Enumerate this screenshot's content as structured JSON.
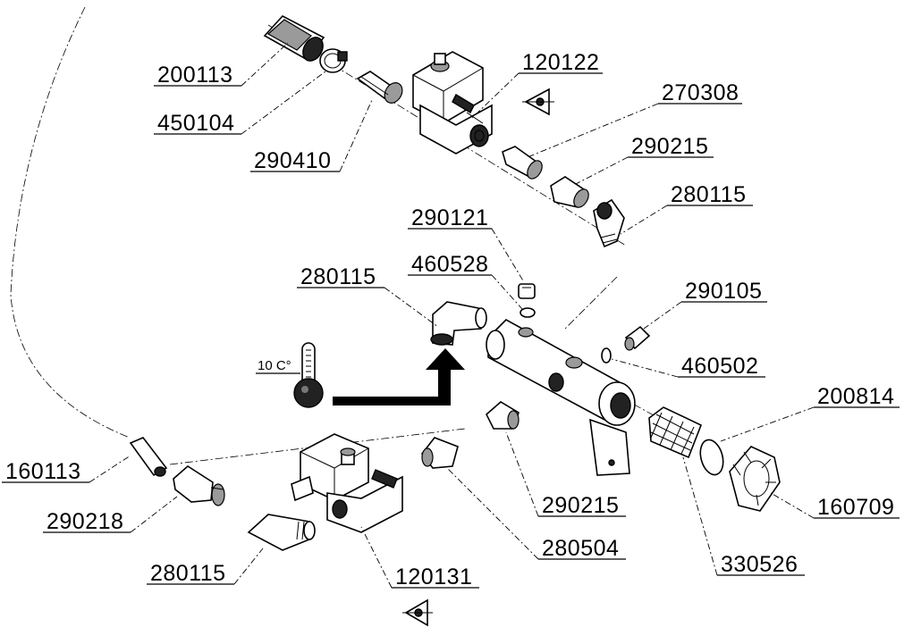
{
  "diagram": {
    "part_labels": {
      "p200113": "200113",
      "p450104": "450104",
      "p290410": "290410",
      "p120122": "120122",
      "p270308": "270308",
      "p290215_top": "290215",
      "p280115_top": "280115",
      "p290121": "290121",
      "p460528": "460528",
      "p280115_mid": "280115",
      "p290105": "290105",
      "p460502": "460502",
      "p200814": "200814",
      "p160709": "160709",
      "p160113": "160113",
      "p290218": "290218",
      "p280115_bot": "280115",
      "p290215_bot": "290215",
      "p280504": "280504",
      "p330526": "330526",
      "p120131": "120131"
    },
    "thermometer_label": "10 C°",
    "icons": [
      "eye-view-icon",
      "thermometer-icon",
      "flow-arrow-icon"
    ]
  }
}
